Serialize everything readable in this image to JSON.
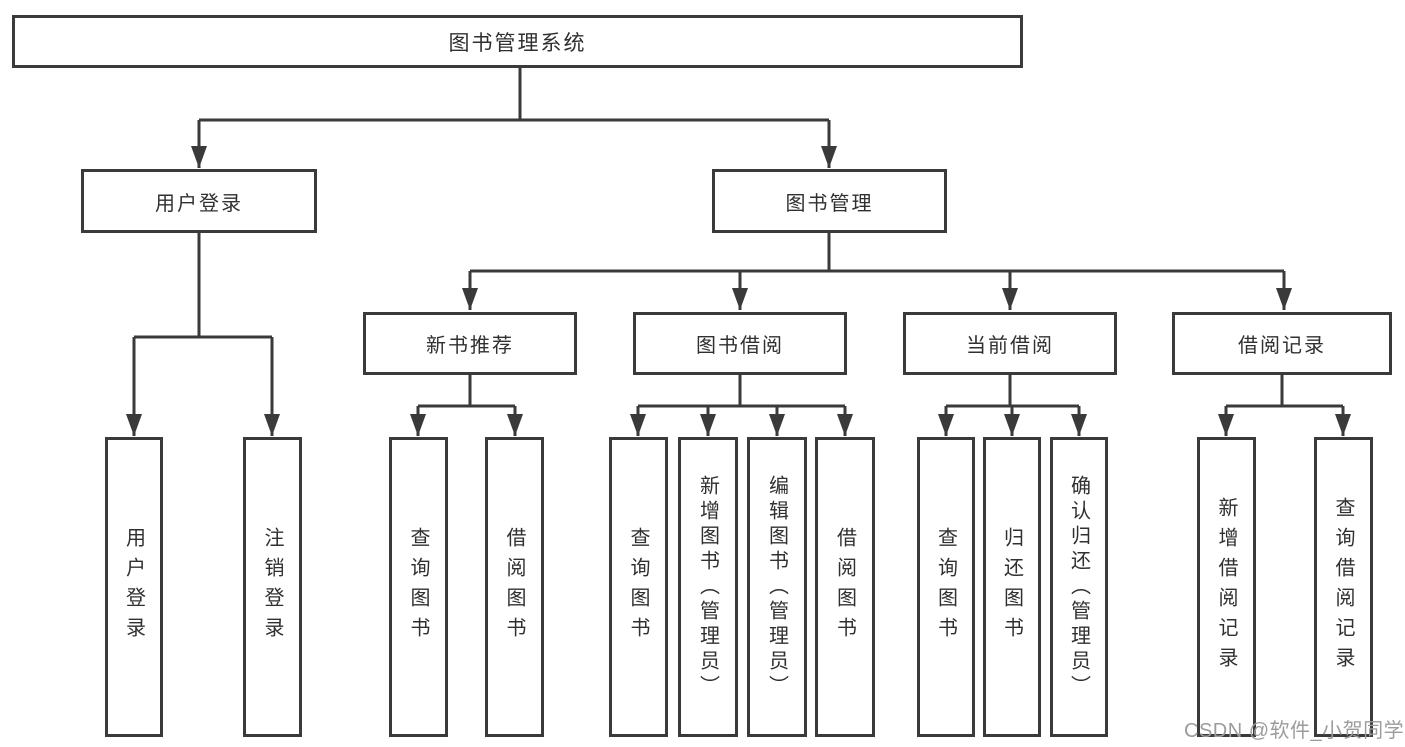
{
  "diagram_title": "图书管理系统",
  "root": {
    "label": "图书管理系统"
  },
  "login": {
    "label": "用户登录",
    "children": [
      "用户登录",
      "注销登录"
    ]
  },
  "mgmt": {
    "label": "图书管理",
    "groups": [
      {
        "label": "新书推荐",
        "children": [
          "查询图书",
          "借阅图书"
        ]
      },
      {
        "label": "图书借阅",
        "children": [
          "查询图书",
          "新增图书（管理员）",
          "编辑图书（管理员）",
          "借阅图书"
        ]
      },
      {
        "label": "当前借阅",
        "children": [
          "查询图书",
          "归还图书",
          "确认归还（管理员）"
        ]
      },
      {
        "label": "借阅记录",
        "children": [
          "新增借阅记录",
          "查询借阅记录"
        ]
      }
    ]
  },
  "watermark": "CSDN @软件_小贺同学",
  "colors": {
    "line": "#3a3a3a",
    "text": "#303030",
    "watermark": "#9c9c9c",
    "background": "#ffffff"
  }
}
